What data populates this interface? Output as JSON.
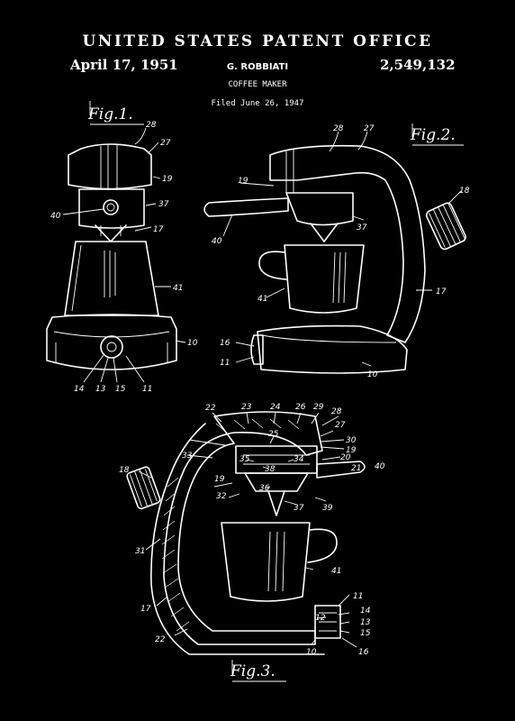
{
  "header": {
    "office": "UNITED STATES PATENT OFFICE",
    "date": "April 17, 1951",
    "number": "2,549,132",
    "inventor": "G. ROBBIATI",
    "title": "COFFEE MAKER",
    "filed": "Filed June 26, 1947"
  },
  "figures": {
    "fig1": {
      "caption": "Fig.1.",
      "labels": [
        "28",
        "27",
        "19",
        "40",
        "37",
        "17",
        "41",
        "10",
        "14",
        "13",
        "15",
        "11"
      ]
    },
    "fig2": {
      "caption": "Fig.2.",
      "labels": [
        "28",
        "27",
        "18",
        "19",
        "40",
        "37",
        "41",
        "17",
        "16",
        "11",
        "10"
      ]
    },
    "fig3": {
      "caption": "Fig.3.",
      "labels": [
        "22",
        "23",
        "24",
        "26",
        "29",
        "28",
        "27",
        "25",
        "30",
        "19",
        "33",
        "35",
        "34",
        "20",
        "38",
        "21",
        "40",
        "18",
        "19",
        "32",
        "36",
        "37",
        "39",
        "31",
        "41",
        "17",
        "12",
        "11",
        "14",
        "13",
        "15",
        "22",
        "10",
        "16"
      ]
    }
  },
  "colors": {
    "background": "#000000",
    "ink": "#ffffff"
  }
}
